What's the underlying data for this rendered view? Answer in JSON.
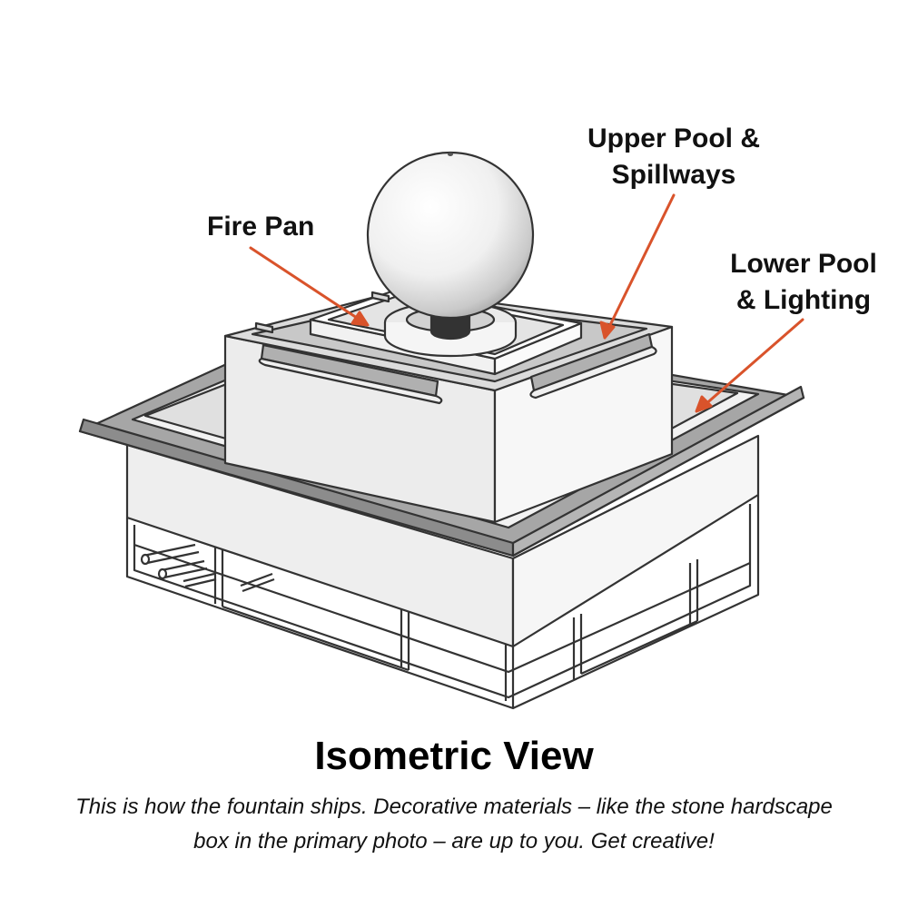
{
  "labels": {
    "fire_pan": "Fire Pan",
    "upper_pool_line1": "Upper Pool &",
    "upper_pool_line2": "Spillways",
    "lower_pool_line1": "Lower Pool",
    "lower_pool_line2": "& Lighting"
  },
  "title": "Isometric View",
  "caption": "This is how the fountain ships. Decorative materials – like the stone hardscape box in the primary photo – are up to you. Get creative!",
  "colors": {
    "arrow": "#d9532b",
    "line": "#333333",
    "panel": "#ebebeb",
    "rim": "#a6a6a6"
  }
}
